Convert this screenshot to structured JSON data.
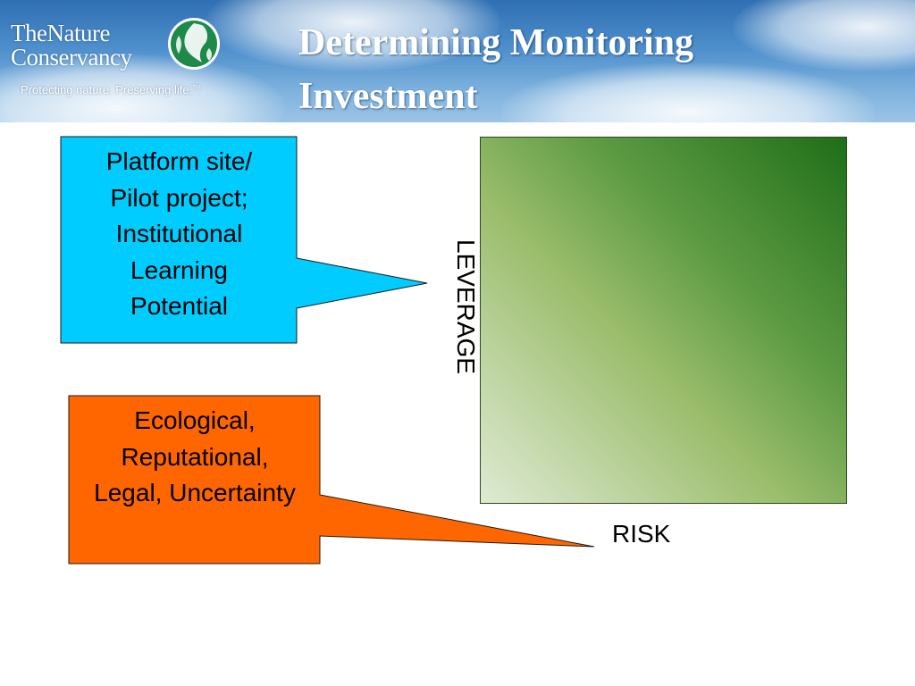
{
  "header": {
    "logo": {
      "name_line1": "TheNature",
      "name_line2": "Conservancy",
      "tagline": "Protecting nature. Preserving life.",
      "trademark": "TM",
      "icon": "globe-leaf-icon"
    },
    "title": "Determining Monitoring Investment"
  },
  "callouts": {
    "platform": {
      "text": "Platform site/ Pilot project; Institutional Learning Potential",
      "color": "#00ccff"
    },
    "risk_factors": {
      "text": "Ecological, Reputational, Legal, Uncertainty",
      "color": "#ff6600"
    }
  },
  "matrix": {
    "y_axis_label": "LEVERAGE",
    "x_axis_label": "RISK",
    "gradient_light": "#dfead4",
    "gradient_dark": "#1f6e18"
  }
}
